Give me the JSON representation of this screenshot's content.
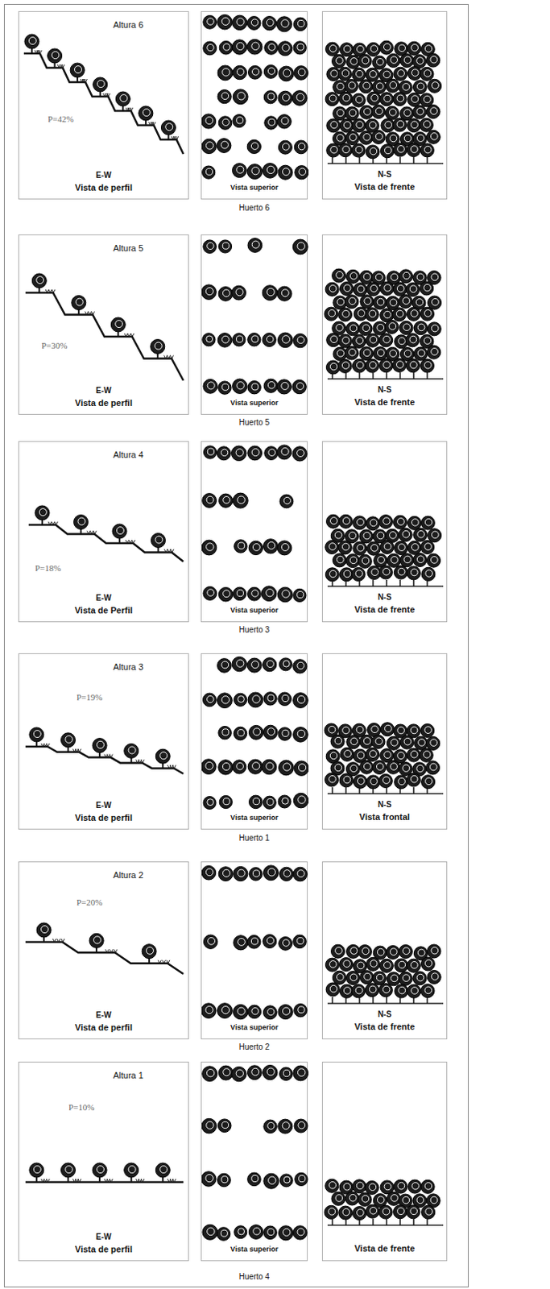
{
  "diagram": {
    "nodes": [
      {
        "text": [
          "Altura 6",
          "P=42%",
          "E-W",
          "Vista de perfil"
        ]
      },
      {
        "text": [
          "Vista superior"
        ]
      },
      {
        "text": [
          "N-S",
          "Vista de frente"
        ]
      },
      {
        "text": [
          "Altura 5",
          "P=30%",
          "E-W",
          "Vista de perfil"
        ]
      },
      {
        "text": [
          "Vista superior"
        ]
      },
      {
        "text": [
          "N-S",
          "Vista de frente"
        ]
      },
      {
        "text": [
          "Altura 4",
          "P=18%",
          "E-W",
          "Vista de Perfil"
        ]
      },
      {
        "text": [
          "Vista superior"
        ]
      },
      {
        "text": [
          "N-S",
          "Vista de frente"
        ]
      },
      {
        "text": [
          "Altura 3",
          "P=19%",
          "E-W",
          "Vista de perfil"
        ]
      },
      {
        "text": [
          "Vista superior"
        ]
      },
      {
        "text": [
          "N-S",
          "Vista frontal"
        ]
      },
      {
        "text": [
          "Altura 2",
          "P=20%",
          "E-W",
          "Vista de perfil"
        ]
      },
      {
        "text": [
          "Vista superior"
        ]
      },
      {
        "text": [
          "N-S",
          "Vista de frente"
        ]
      },
      {
        "text": [
          "Altura 1",
          "P=10%",
          "E-W",
          "Vista de perfil"
        ]
      },
      {
        "text": [
          "Vista superior"
        ]
      },
      {
        "text": [
          "Vista de frente"
        ]
      }
    ],
    "edges": [],
    "labels": [
      "Huerto 6",
      "Huerto 5",
      "Huerto 3",
      "Huerto 1",
      "Huerto 2",
      "Huerto 4"
    ]
  }
}
